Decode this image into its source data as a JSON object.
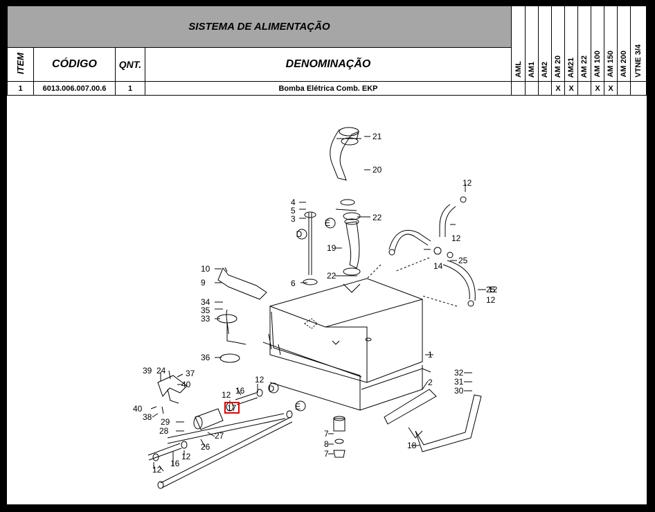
{
  "header": {
    "title": "SISTEMA DE ALIMENTAÇÃO",
    "col_item": "ITEM",
    "col_codigo": "CÓDIGO",
    "col_qnt": "QNT.",
    "col_denominacao": "DENOMINAÇÃO",
    "models": [
      "AML",
      "AM1",
      "AM2",
      "AM 20",
      "AM21",
      "AM 22",
      "AM 100",
      "AM 150",
      "AM 200",
      "VTNE 3/4"
    ]
  },
  "rows": [
    {
      "item": "1",
      "codigo": "6013.006.007.00.6",
      "qnt": "1",
      "denominacao": "Bomba Elétrica Comb. EKP",
      "marks": [
        "",
        "",
        "",
        "X",
        "X",
        "",
        "X",
        "X",
        "",
        ""
      ]
    }
  ],
  "diagram": {
    "labels": [
      "21",
      "20",
      "22",
      "19",
      "22",
      "12",
      "25",
      "12",
      "12",
      "14",
      "25",
      "12",
      "4",
      "5",
      "3",
      "D",
      "E",
      "6",
      "10",
      "9",
      "34",
      "35",
      "33",
      "36",
      "1",
      "2",
      "18",
      "32",
      "31",
      "30",
      "39",
      "24",
      "37",
      "40",
      "40",
      "38",
      "29",
      "28",
      "27",
      "26",
      "17",
      "16",
      "12",
      "12",
      "D",
      "E",
      "16",
      "12",
      "12",
      "7",
      "8",
      "7"
    ],
    "highlighted_label": "17"
  }
}
